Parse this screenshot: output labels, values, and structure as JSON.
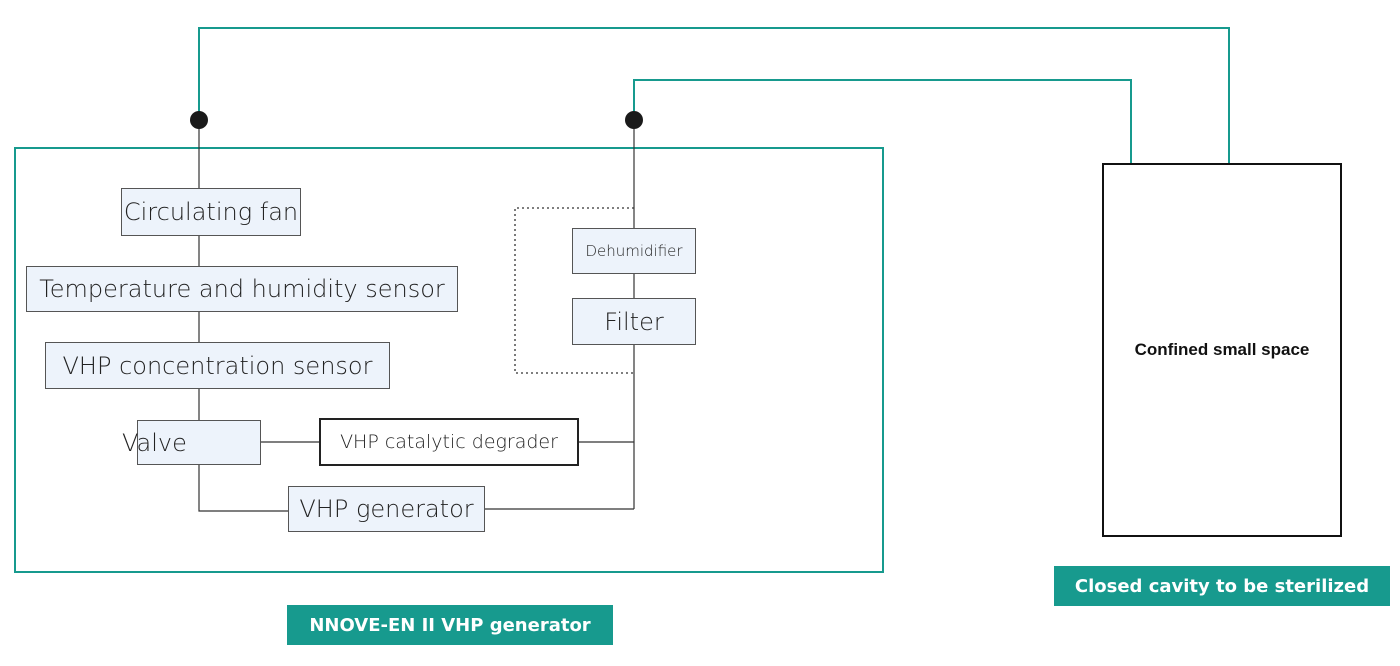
{
  "colors": {
    "teal": "#179a8e",
    "box_fill": "#edf3fb",
    "line": "#333333",
    "port_dot": "#1a1a1a"
  },
  "components": {
    "circulating_fan": "Circulating fan",
    "temp_humidity_sensor": "Temperature and humidity sensor",
    "vhp_concentration_sensor": "VHP concentration sensor",
    "valve": "Valve",
    "vhp_catalytic_degrader": "VHP catalytic degrader",
    "vhp_generator": "VHP generator",
    "dehumidifier": "Dehumidifier",
    "filter": "Filter"
  },
  "cavity": {
    "label": "Confined small space"
  },
  "captions": {
    "generator": "NNOVE-EN II VHP generator",
    "cavity": "Closed cavity to be sterilized"
  }
}
